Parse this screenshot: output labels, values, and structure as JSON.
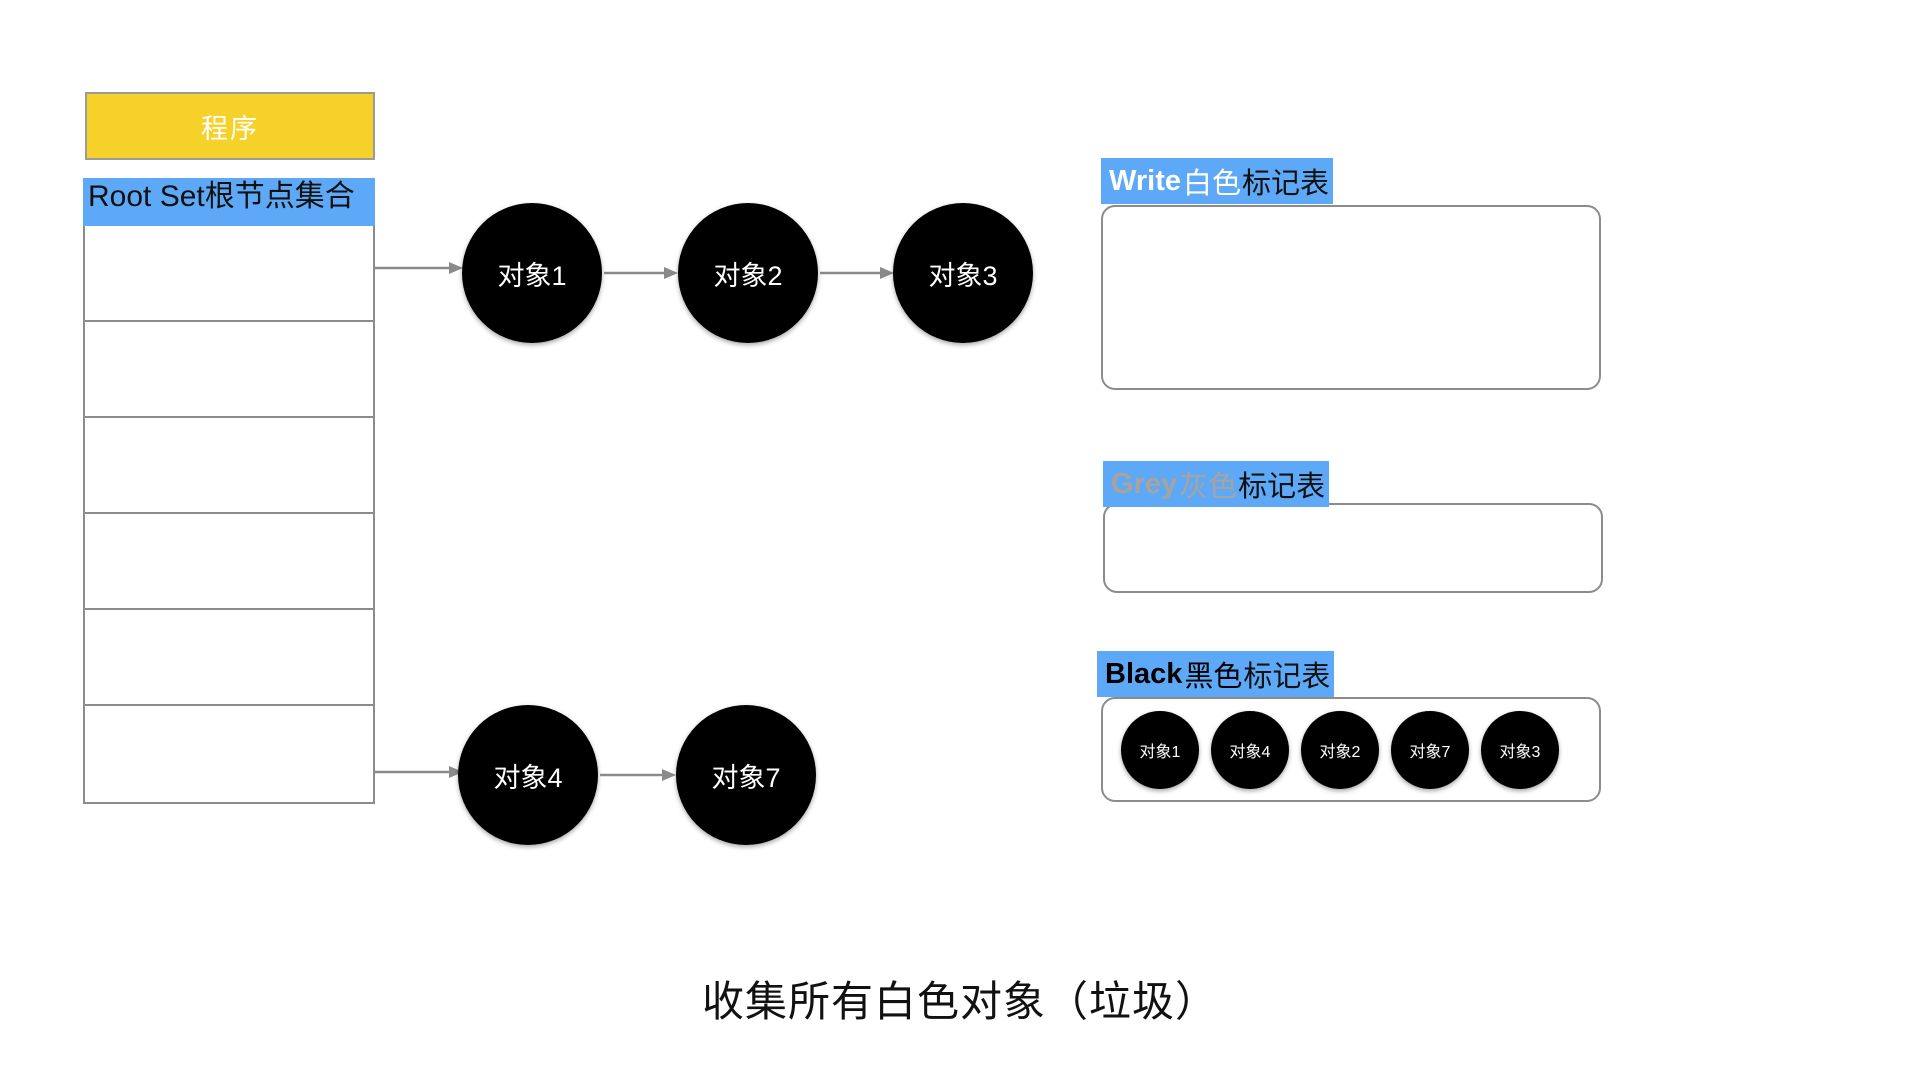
{
  "program": {
    "title": "程序"
  },
  "root_set": {
    "header": "Root Set根节点集合",
    "row_count": 6
  },
  "graph": {
    "top_chain": [
      {
        "label": "对象1"
      },
      {
        "label": "对象2"
      },
      {
        "label": "对象3"
      }
    ],
    "bottom_chain": [
      {
        "label": "对象4"
      },
      {
        "label": "对象7"
      }
    ]
  },
  "mark_tables": [
    {
      "id": "white",
      "en": "Write",
      "cn_colored": "白色",
      "cn_rest": "标记表",
      "accent": "#ffffff",
      "items": []
    },
    {
      "id": "grey",
      "en": "Grey",
      "cn_colored": "灰色",
      "cn_rest": "标记表",
      "accent": "#a8a49c",
      "items": []
    },
    {
      "id": "black",
      "en": "Black",
      "cn_colored": "黑色",
      "cn_rest": "标记表",
      "accent": "#000000",
      "items": [
        {
          "label": "对象1"
        },
        {
          "label": "对象4"
        },
        {
          "label": "对象2"
        },
        {
          "label": "对象7"
        },
        {
          "label": "对象3"
        }
      ]
    }
  ],
  "caption": "收集所有白色对象（垃圾）",
  "colors": {
    "program_fill": "#F6D12A",
    "label_blue": "#5DA9F8",
    "node_fill": "#000000",
    "border_grey": "#8c8c8c",
    "arrow_grey": "#8a8a8a"
  }
}
